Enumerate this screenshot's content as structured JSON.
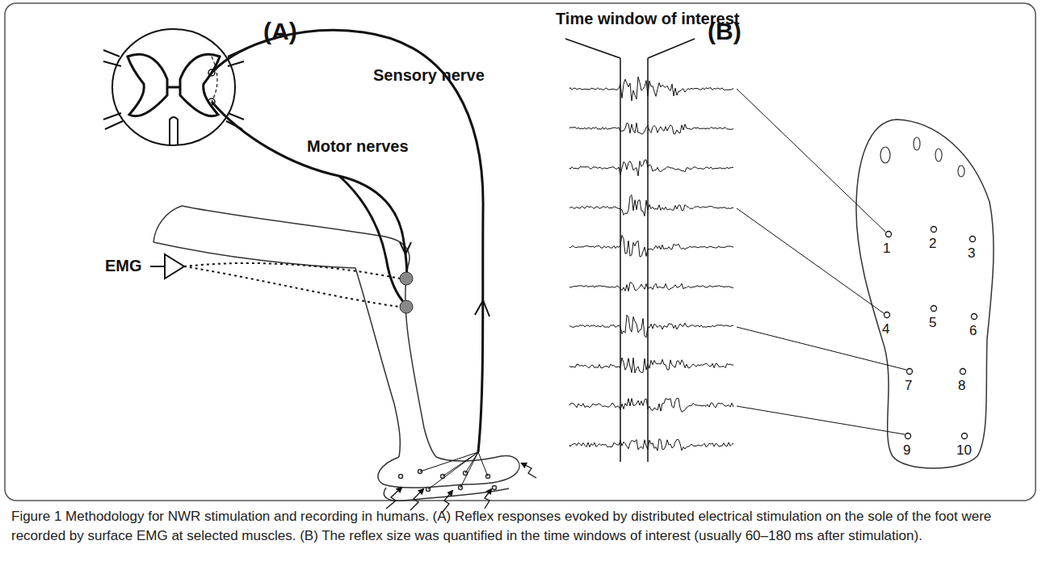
{
  "diagram": {
    "caption": "Figure 1 Methodology for NWR stimulation and recording in humans. (A) Reflex responses evoked by distributed electrical stimulation on the sole of the foot were recorded by surface EMG at selected muscles. (B) The reflex size was quantified in the time windows of interest (usually 60–180 ms after stimulation).",
    "labels": [
      "(A)",
      "(B)",
      "Sensory nerve",
      "Motor nerves",
      "EMG",
      "Time window of interest",
      "1",
      "2",
      "3",
      "4",
      "5",
      "6",
      "7",
      "8",
      "9",
      "10"
    ]
  }
}
